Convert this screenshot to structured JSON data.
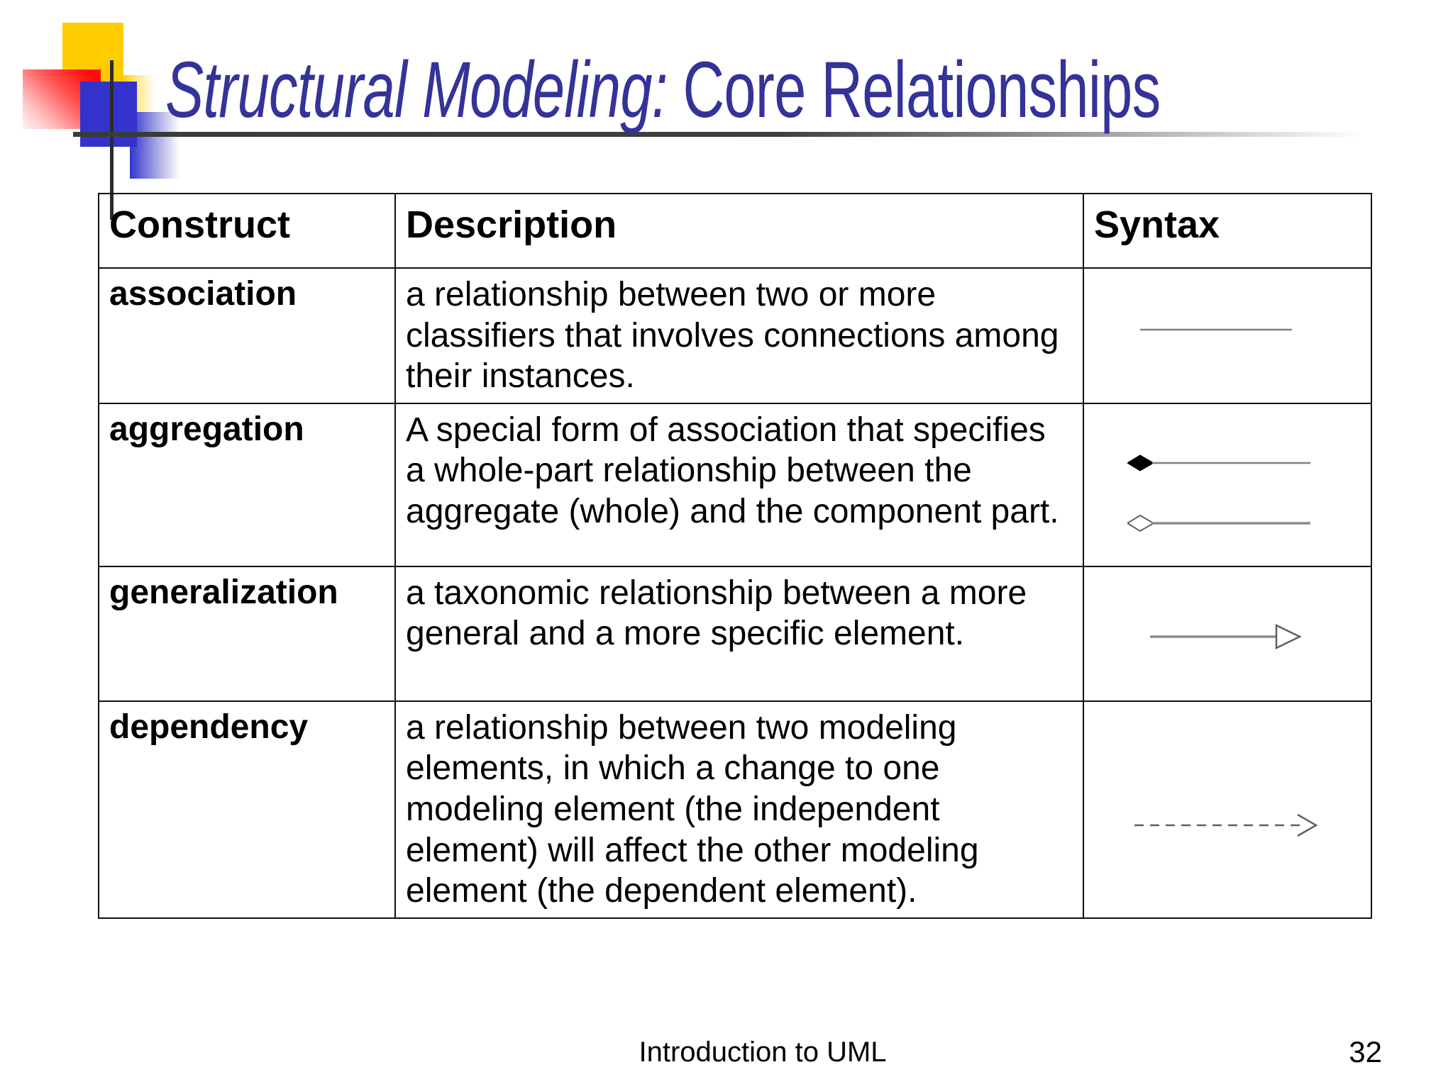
{
  "slide": {
    "title_italic": "Structural Modeling:",
    "title_regular": " Core Relationships",
    "footer": "Introduction to UML",
    "page_number": "32"
  },
  "table": {
    "headers": [
      "Construct",
      "Description",
      "Syntax"
    ],
    "rows": [
      {
        "construct": "association",
        "description": "a relationship between two or more classifiers that involves connections among their instances.",
        "syntax_icon": "association-plain-line"
      },
      {
        "construct": "aggregation",
        "description": "A special form of association that specifies a whole-part relationship between the aggregate (whole) and the component part.",
        "syntax_icon": "composition-filled-diamond-and-aggregation-hollow-diamond"
      },
      {
        "construct": "generalization",
        "description": "a taxonomic relationship between a more general and a more specific element.",
        "syntax_icon": "generalization-hollow-triangle-arrow"
      },
      {
        "construct": "dependency",
        "description": "a relationship between two modeling elements, in which a change to one modeling element (the independent element) will affect the other modeling element (the dependent element).",
        "syntax_icon": "dependency-dashed-open-arrow"
      }
    ]
  },
  "colors": {
    "title_blue": "#333399",
    "decoration_yellow": "#ffcc00",
    "decoration_red": "#ff0d0d",
    "decoration_blue": "#3333cc",
    "table_border": "#111111",
    "symbol_gray": "#808080"
  }
}
